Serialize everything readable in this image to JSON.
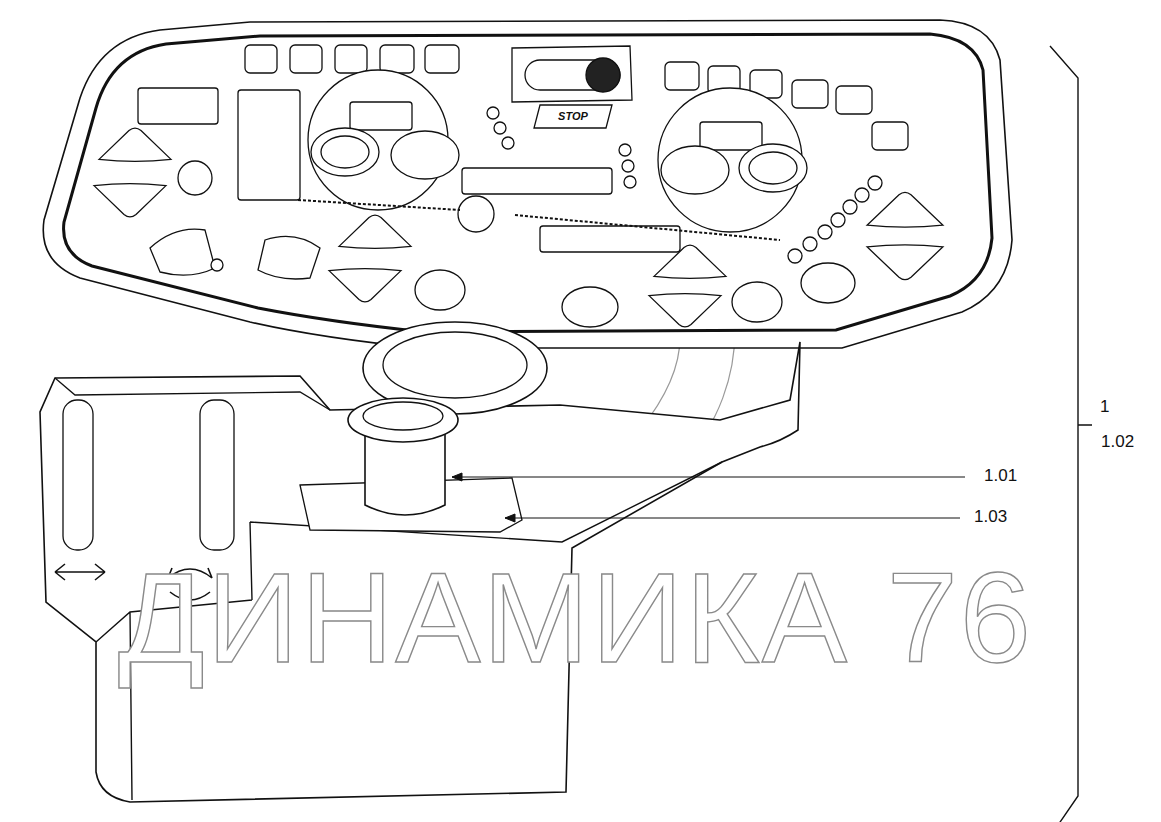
{
  "diagram": {
    "labels": [
      "1",
      "1.02",
      "1.01",
      "1.03",
      "STOP",
      "ДИНАМИКА 76"
    ]
  }
}
